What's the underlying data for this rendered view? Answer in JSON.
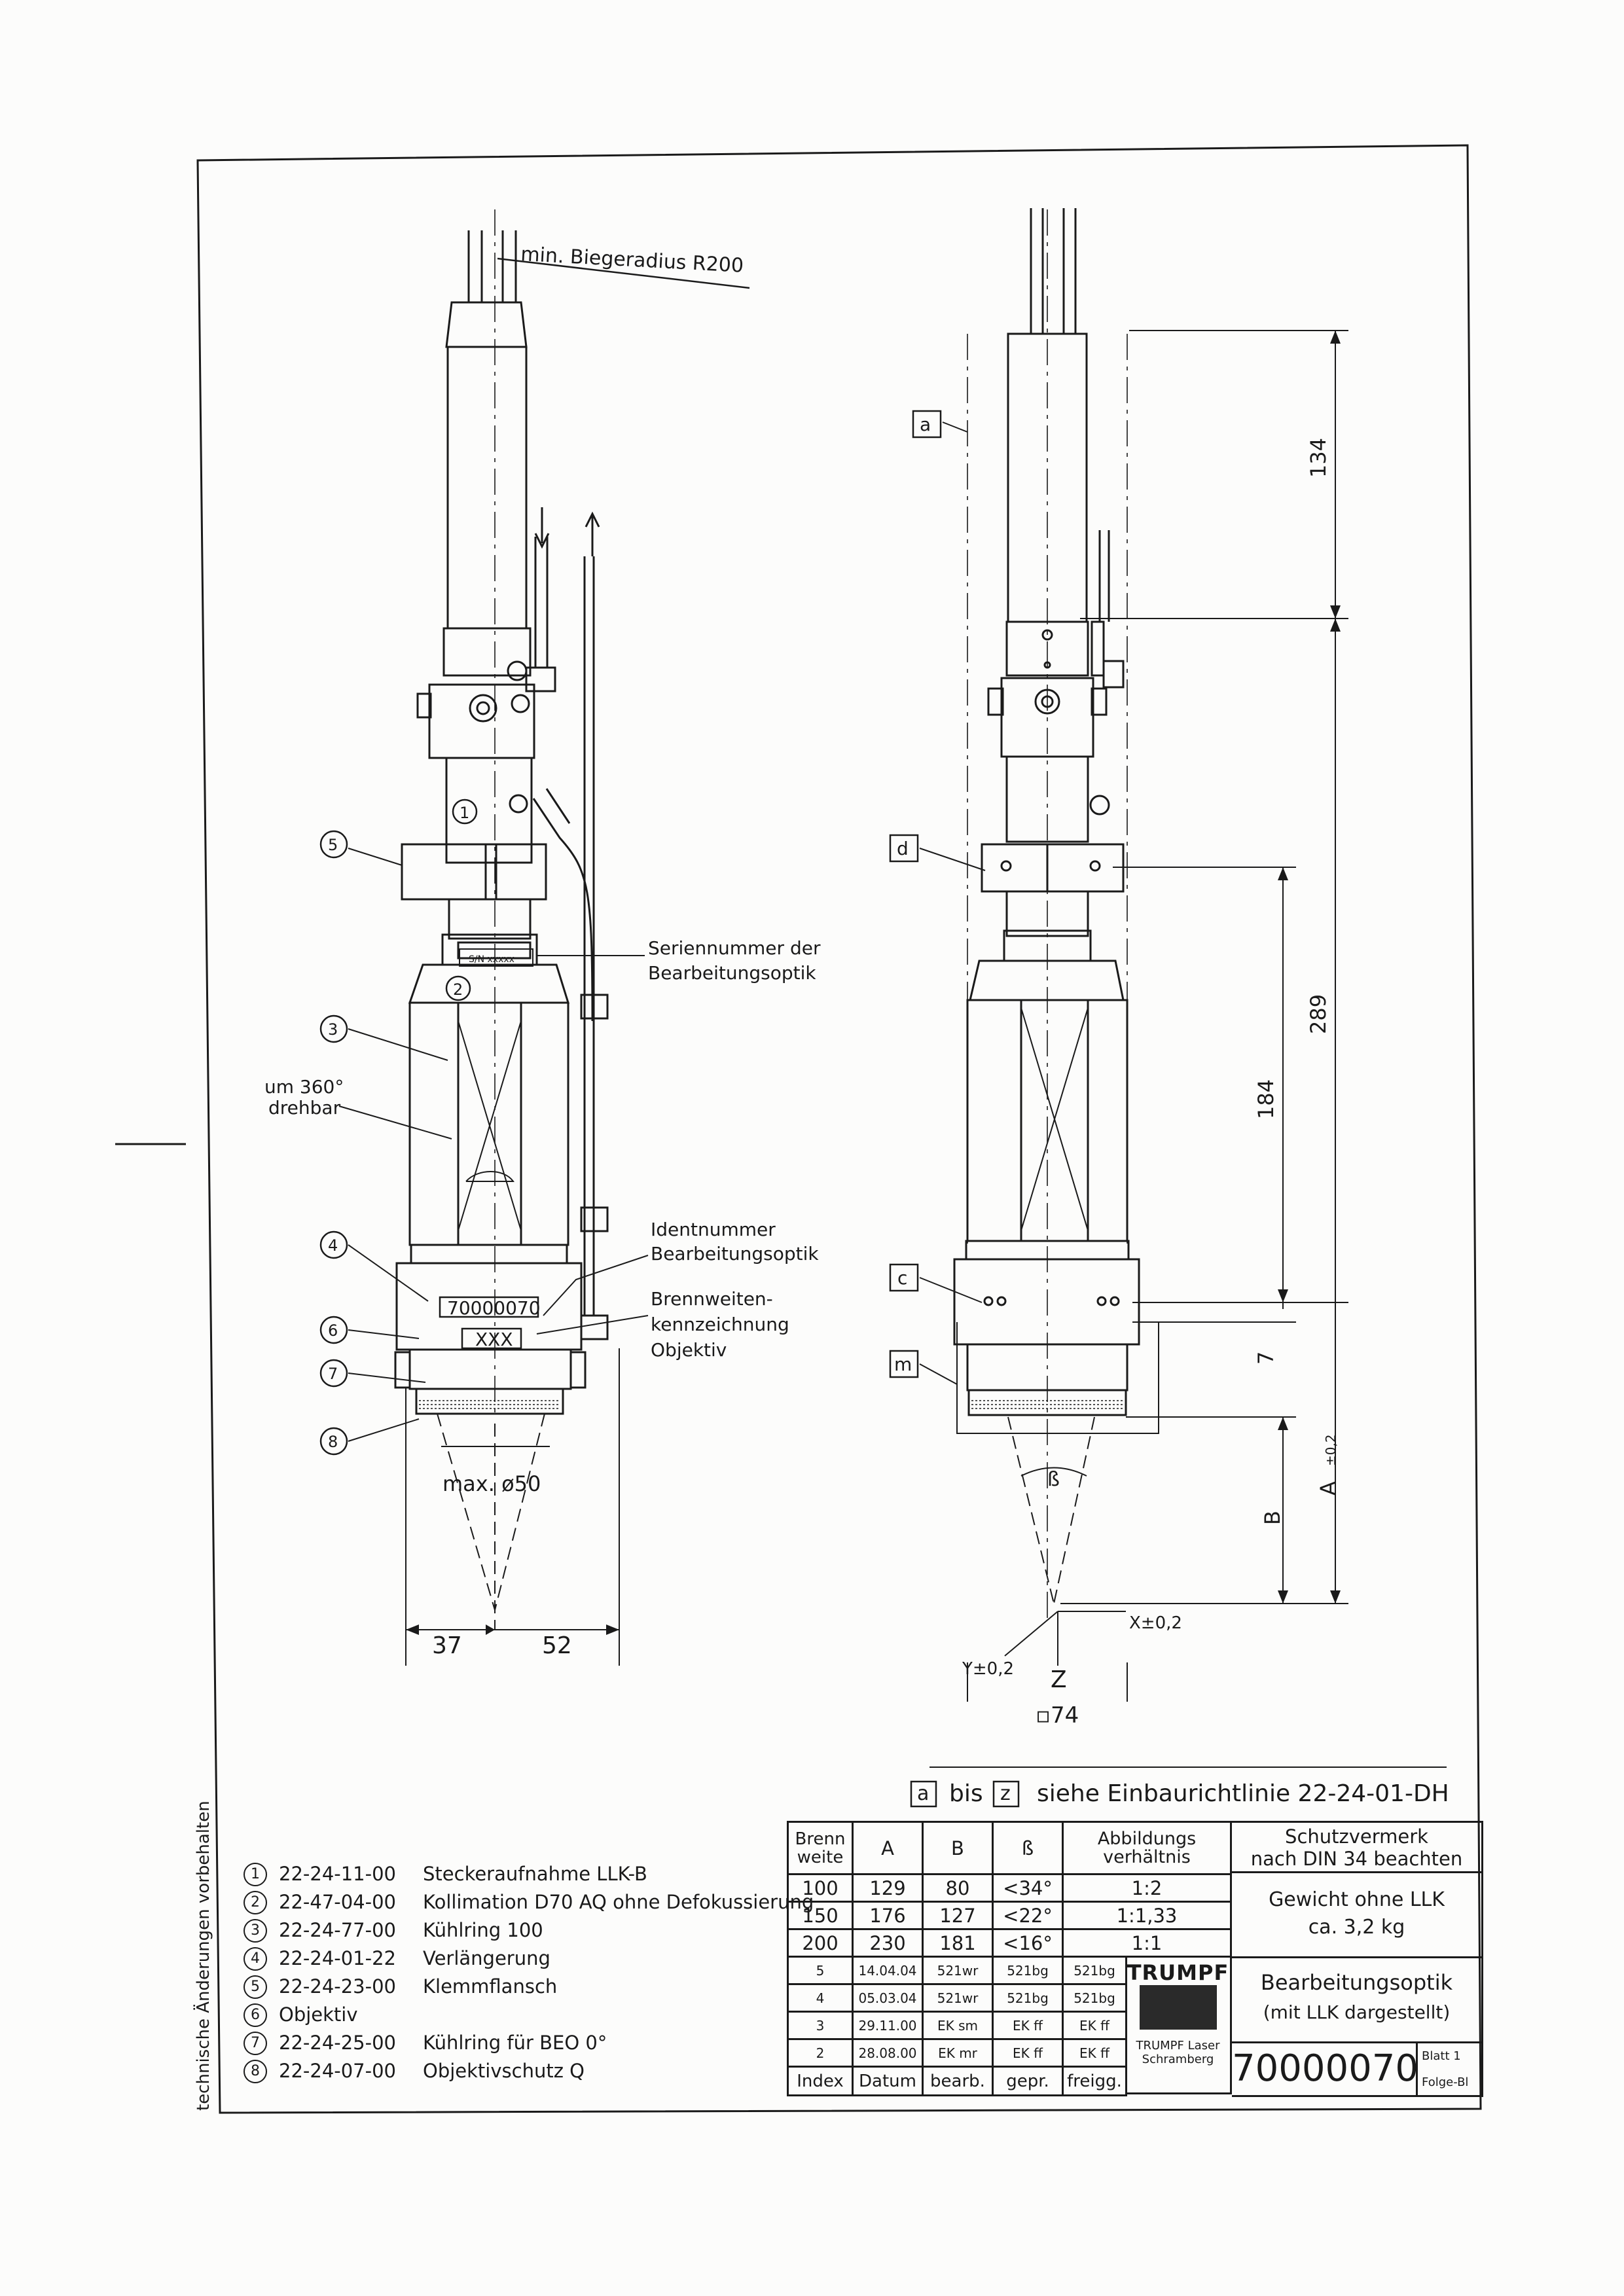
{
  "labels": {
    "bend_radius": "min. Biegeradius R200",
    "serial_line1": "Seriennummer der",
    "serial_line2": "Bearbeitungsoptik",
    "sn_plate": "S/N xxxxx",
    "rotate_line1": "um 360°",
    "rotate_line2": "drehbar",
    "ident_line1": "Identnummer",
    "ident_line2": "Bearbeitungsoptik",
    "focal_line1": "Brennweiten-",
    "focal_line2": "kennzeichnung",
    "focal_line3": "Objektiv",
    "id_plate": "70000070",
    "xxx_plate": "XXX",
    "max_dia": "max. ø50",
    "dim_37": "37",
    "dim_52": "52",
    "dim_134": "134",
    "dim_289": "289",
    "dim_184": "184",
    "dim_7": "7",
    "dim_A": "A",
    "dim_A_tol": "±0,2",
    "dim_B": "B",
    "beta": "ß",
    "x_axis": "X±0,2",
    "y_axis": "Y±0,2",
    "z_axis": "Z",
    "square_74": "▫74",
    "ref_a": "a",
    "ref_d": "d",
    "ref_c": "c",
    "ref_m": "m",
    "callout_1": "1",
    "callout_2": "2",
    "callout_3": "3",
    "callout_4": "4",
    "callout_5": "5",
    "callout_6": "6",
    "callout_7": "7",
    "callout_8": "8"
  },
  "install_note": {
    "from": "a",
    "bis": "bis",
    "to": "z",
    "text": "siehe Einbaurichtlinie 22-24-01-DH"
  },
  "parts": [
    {
      "num": "1",
      "code": "22-24-11-00",
      "name": "Steckeraufnahme LLK-B"
    },
    {
      "num": "2",
      "code": "22-47-04-00",
      "name": "Kollimation D70 AQ ohne Defokussierung"
    },
    {
      "num": "3",
      "code": "22-24-77-00",
      "name": "Kühlring 100"
    },
    {
      "num": "4",
      "code": "22-24-01-22",
      "name": "Verlängerung"
    },
    {
      "num": "5",
      "code": "22-24-23-00",
      "name": "Klemmflansch"
    },
    {
      "num": "6",
      "code": "",
      "name": "Objektiv"
    },
    {
      "num": "7",
      "code": "22-24-25-00",
      "name": "Kühlring für BEO 0°"
    },
    {
      "num": "8",
      "code": "22-24-07-00",
      "name": "Objektivschutz Q"
    }
  ],
  "side_note": "technische Änderungen vorbehalten",
  "focal_table": {
    "headers": [
      "Brenn weite",
      "A",
      "B",
      "ß",
      "Abbildungs verhältnis"
    ],
    "rows": [
      [
        "100",
        "129",
        "80",
        "<34°",
        "1:2"
      ],
      [
        "150",
        "176",
        "127",
        "<22°",
        "1:1,33"
      ],
      [
        "200",
        "230",
        "181",
        "<16°",
        "1:1"
      ]
    ]
  },
  "revisions": {
    "rows": [
      [
        "5",
        "14.04.04",
        "521wr",
        "521bg",
        "521bg"
      ],
      [
        "4",
        "05.03.04",
        "521wr",
        "521bg",
        "521bg"
      ],
      [
        "3",
        "29.11.00",
        "EK sm",
        "EK ff",
        "EK ff"
      ],
      [
        "2",
        "28.08.00",
        "EK mr",
        "EK ff",
        "EK ff"
      ]
    ],
    "headers": [
      "Index",
      "Datum",
      "bearb.",
      "gepr.",
      "freigg."
    ]
  },
  "title_block": {
    "protection_line1": "Schutzvermerk",
    "protection_line2": "nach DIN 34 beachten",
    "weight_line1": "Gewicht ohne LLK",
    "weight_line2": "ca. 3,2 kg",
    "brand": "TRUMPF",
    "company_line1": "TRUMPF Laser",
    "company_line2": "Schramberg",
    "title_line1": "Bearbeitungsoptik",
    "title_line2": "(mit LLK dargestellt)",
    "drawing_number": "70000070",
    "sheet": "Blatt 1",
    "next_sheet": "Folge-Bl"
  }
}
